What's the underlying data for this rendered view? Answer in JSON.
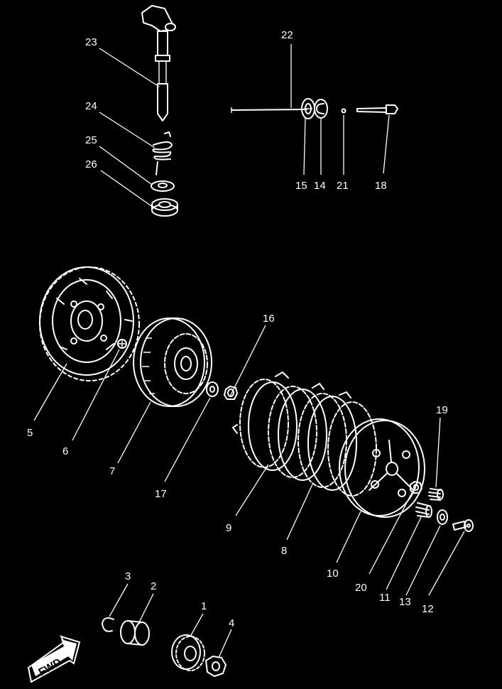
{
  "callouts": [
    {
      "label": "1"
    },
    {
      "label": "2"
    },
    {
      "label": "3"
    },
    {
      "label": "4"
    },
    {
      "label": "5"
    },
    {
      "label": "6"
    },
    {
      "label": "7"
    },
    {
      "label": "8"
    },
    {
      "label": "9"
    },
    {
      "label": "10"
    },
    {
      "label": "11"
    },
    {
      "label": "12"
    },
    {
      "label": "13"
    },
    {
      "label": "14"
    },
    {
      "label": "15"
    },
    {
      "label": "16"
    },
    {
      "label": "17"
    },
    {
      "label": "18"
    },
    {
      "label": "19"
    },
    {
      "label": "20"
    },
    {
      "label": "21"
    },
    {
      "label": "22"
    },
    {
      "label": "23"
    },
    {
      "label": "24"
    },
    {
      "label": "25"
    },
    {
      "label": "26"
    }
  ],
  "fwd_arrow": {
    "text": "FWD"
  },
  "colors": {
    "background": "#000000",
    "ink": "#ffffff"
  }
}
